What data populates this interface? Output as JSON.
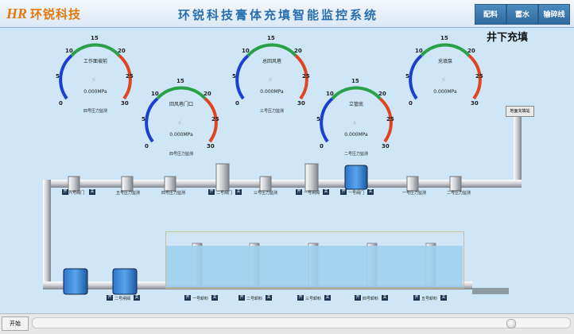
{
  "header": {
    "logo_mark": "HR",
    "logo_text": "环锐科技",
    "title": "环锐科技膏体充填智能监控系统",
    "buttons": [
      "配料",
      "蓄水",
      "输碎线"
    ]
  },
  "section_title": "井下充填",
  "gauge_scale": [
    "0",
    "5",
    "10",
    "15",
    "20",
    "25",
    "30"
  ],
  "gauges": [
    {
      "name": "工作面坡前",
      "value": "0.000MPa",
      "caption": "四号压力监测"
    },
    {
      "name": "回风巷门口",
      "value": "0.000MPa",
      "caption": "四号压力监测"
    },
    {
      "name": "总回风巷",
      "value": "0.000MPa",
      "caption": "三号压力监测"
    },
    {
      "name": "立管底",
      "value": "0.000MPa",
      "caption": "二号压力监测"
    },
    {
      "name": "充填泵",
      "value": "0.000MPa",
      "caption": ""
    }
  ],
  "ground_label": "地面充填站",
  "pipeline_labels": [
    {
      "text": "六号阀门",
      "btn1": "开",
      "btn2": "关"
    },
    {
      "text": "五号压力监测",
      "btn1": "",
      "btn2": ""
    },
    {
      "text": "四号压力监测",
      "btn1": "",
      "btn2": ""
    },
    {
      "text": "二号阀门",
      "btn1": "开",
      "btn2": "关"
    },
    {
      "text": "三号压力监测",
      "btn1": "",
      "btn2": ""
    },
    {
      "text": "一号闸阀",
      "btn1": "开",
      "btn2": "关"
    },
    {
      "text": "一号阀门",
      "btn1": "开",
      "btn2": "关"
    },
    {
      "text": "一号压力监测",
      "btn1": "",
      "btn2": ""
    },
    {
      "text": "二号压力监测",
      "btn1": "",
      "btn2": ""
    }
  ],
  "lower_labels": [
    {
      "text": "二号闸阀",
      "btn1": "开",
      "btn2": "关"
    },
    {
      "text": "一号卸料",
      "btn1": "开",
      "btn2": "关"
    },
    {
      "text": "二号卸料",
      "btn1": "开",
      "btn2": "关"
    },
    {
      "text": "三号卸料",
      "btn1": "开",
      "btn2": "关"
    },
    {
      "text": "四号卸料",
      "btn1": "开",
      "btn2": "关"
    },
    {
      "text": "五号卸料",
      "btn1": "开",
      "btn2": "关"
    }
  ],
  "taskbar": {
    "start": "开始"
  }
}
